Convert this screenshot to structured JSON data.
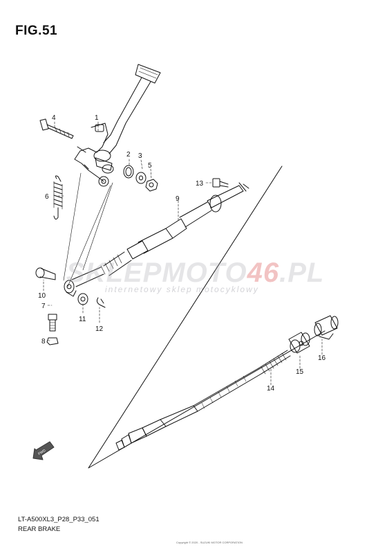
{
  "figure": {
    "title": "FIG.51"
  },
  "callouts": [
    {
      "id": "1",
      "label": "1"
    },
    {
      "id": "2",
      "label": "2"
    },
    {
      "id": "3",
      "label": "3"
    },
    {
      "id": "4",
      "label": "4"
    },
    {
      "id": "5",
      "label": "5"
    },
    {
      "id": "6",
      "label": "6"
    },
    {
      "id": "7",
      "label": "7"
    },
    {
      "id": "8",
      "label": "8"
    },
    {
      "id": "9",
      "label": "9"
    },
    {
      "id": "10",
      "label": "10"
    },
    {
      "id": "11",
      "label": "11"
    },
    {
      "id": "12",
      "label": "12"
    },
    {
      "id": "13",
      "label": "13"
    },
    {
      "id": "14",
      "label": "14"
    },
    {
      "id": "15",
      "label": "15"
    },
    {
      "id": "16",
      "label": "16"
    }
  ],
  "watermark": {
    "brand_grey": "SKLEPMOTO",
    "brand_red": "46",
    "brand_tail": ".PL",
    "tagline": "internetowy sklep motocyklowy"
  },
  "footer": {
    "model_code": "LT-A500XL3_P28_P33_051",
    "section_name": "REAR BRAKE",
    "fine_print": "Copyright © 2020 - SUZUKI MOTOR CORPORATION"
  },
  "direction_marker": {
    "label": "FWD"
  },
  "colors": {
    "line": "#111111",
    "watermark_grey": "#a0a0aa",
    "watermark_red": "#d22828"
  }
}
